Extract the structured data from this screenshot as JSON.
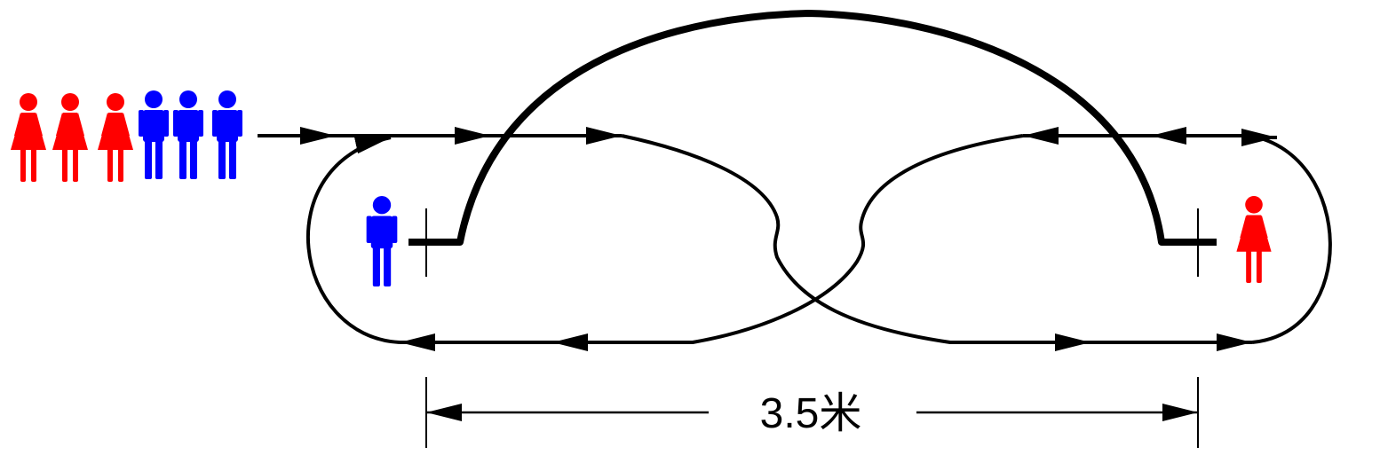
{
  "distance_label": "3.5米",
  "colors": {
    "male": "#0000ff",
    "female": "#ff0000",
    "line": "#000000",
    "background": "#ffffff"
  },
  "icons": {
    "male_figure": "male-person-icon",
    "female_figure": "female-person-icon",
    "arrowhead": "arrowhead-icon"
  },
  "queue": {
    "female_count": 3,
    "male_count": 3
  }
}
